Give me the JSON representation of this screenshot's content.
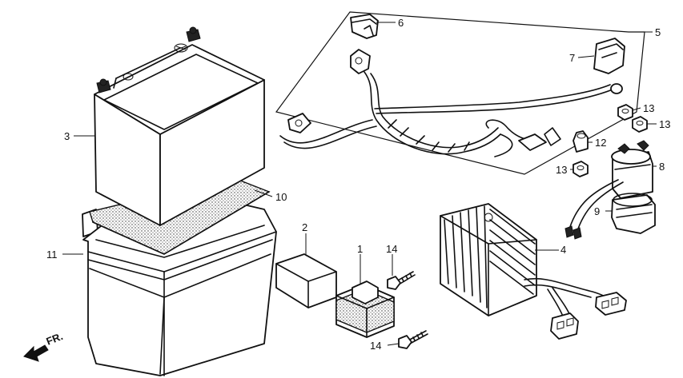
{
  "callouts": {
    "c1": "1",
    "c2": "2",
    "c3": "3",
    "c4": "4",
    "c5": "5",
    "c6": "6",
    "c7": "7",
    "c8": "8",
    "c9": "9",
    "c10": "10",
    "c11": "11",
    "c12": "12",
    "c13a": "13",
    "c13b": "13",
    "c13c": "13",
    "c14a": "14",
    "c14b": "14"
  },
  "direction": {
    "label": "FR."
  },
  "colors": {
    "line": "#111111",
    "background": "#ffffff"
  }
}
